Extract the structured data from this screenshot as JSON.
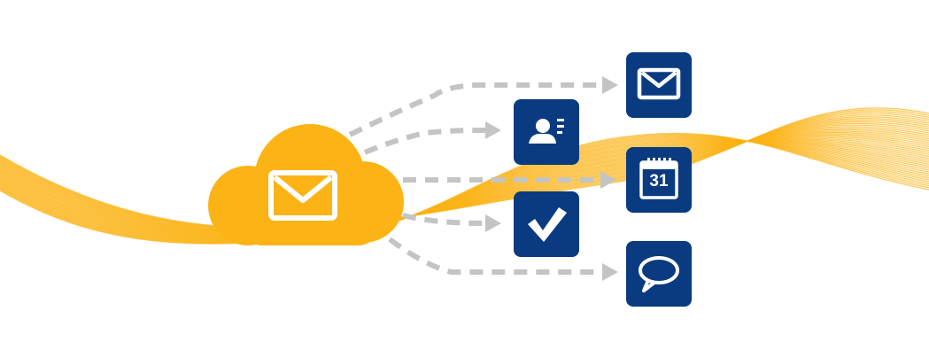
{
  "colors": {
    "background": "#ffffff",
    "ribbon": "#fbb316",
    "cloud": "#fbb316",
    "tile": "#0a3b81",
    "tile_glyph": "#ffffff",
    "arrow": "#c4c4c4"
  },
  "source": {
    "shape": "cloud",
    "icon": "envelope-icon"
  },
  "targets": [
    {
      "id": "mail",
      "icon": "envelope-icon"
    },
    {
      "id": "contacts",
      "icon": "contact-card-icon"
    },
    {
      "id": "calendar",
      "icon": "calendar-icon",
      "label": "31"
    },
    {
      "id": "tasks",
      "icon": "checkmark-icon"
    },
    {
      "id": "messages",
      "icon": "speech-bubble-icon"
    }
  ]
}
